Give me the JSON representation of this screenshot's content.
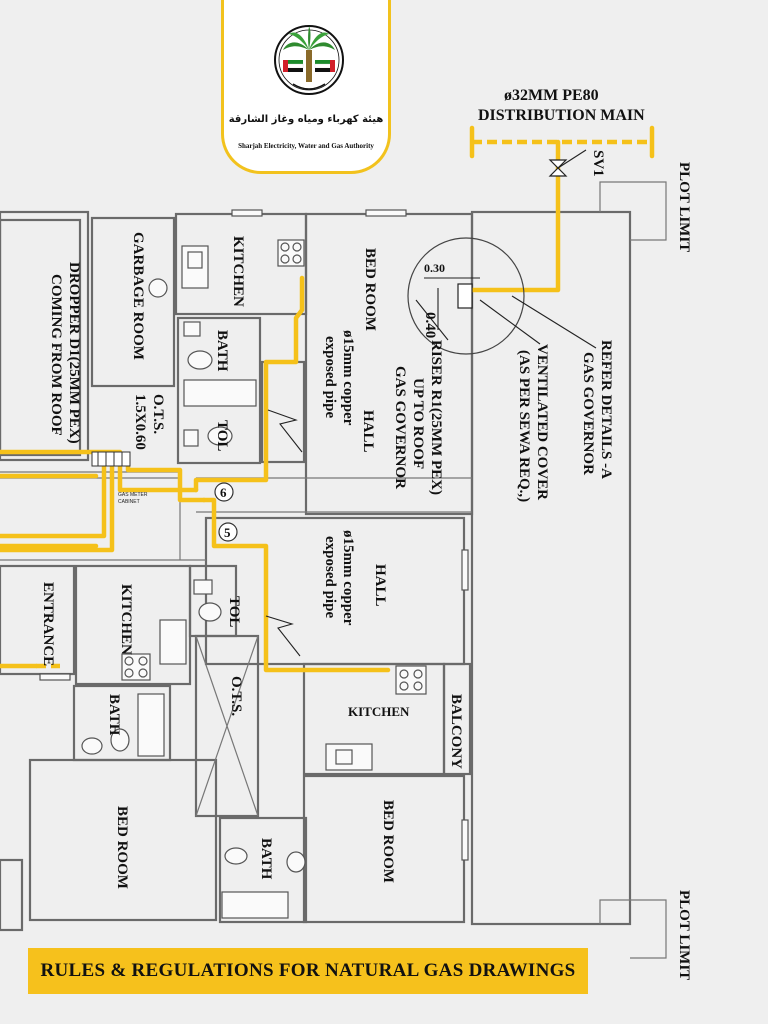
{
  "branding": {
    "arabic_name": "هيئة كهرباء ومياه وغاز الشارقة",
    "english_name": "Sharjah Electricity, Water and Gas Authority",
    "brand_color": "#f5c11a",
    "emblem_icon": "palm-tree-flags-emblem-icon"
  },
  "banner": {
    "title": "RULES & REGULATIONS FOR NATURAL GAS DRAWINGS"
  },
  "drawing": {
    "main": {
      "line1": "ø32MM PE80",
      "line2": "DISTRIBUTION MAIN"
    },
    "valve": "SV1",
    "plot_limit_top": "PLOT LIMIT",
    "plot_limit_bottom": "PLOT LIMIT",
    "dim_horizontal": "0.30",
    "dim_vertical": "0.40",
    "refer": {
      "line1": "REFER DETAILS -A",
      "line2": "GAS GOVERNOR"
    },
    "ventilated": {
      "line1": "VENTILATED COVER",
      "line2": "(AS PER SEWA REQ.,)"
    },
    "riser": {
      "line1": "RISER R1(25MM PEX)",
      "line2": "UP TO ROOF",
      "line3": "GAS GOVERNOR"
    },
    "copper_upper": {
      "line1": "ø15mm copper",
      "line2": "exposed pipe"
    },
    "copper_lower": {
      "line1": "ø15mm copper",
      "line2": "exposed pipe"
    },
    "dropper": {
      "line1": "DROPPER D1(25MM PEX)",
      "line2": "COMING FROM ROOF"
    },
    "ots_upper": {
      "line1": "O.T.S.",
      "line2": "1.5X0.60"
    },
    "ots_lower": "O.T.S.",
    "meter_cabinet": {
      "line1": "GAS METER",
      "line2": "CABINET"
    },
    "markers": {
      "upper": "6",
      "lower": "5"
    },
    "rooms": {
      "garbage": "GARBAGE ROOM",
      "kitchen_a": "KITCHEN",
      "bath_a": "BATH",
      "toilet_a": "TOL",
      "bedroom_a": "BED ROOM",
      "hall_a": "HALL",
      "hall_b": "HALL",
      "toilet_b": "TOL",
      "kitchen_b": "KITCHEN",
      "entrance": "ENTRANCE",
      "bath_b": "BATH",
      "kitchen_c": "KITCHEN",
      "balcony": "BALCONY",
      "bedroom_b": "BED ROOM",
      "bedroom_c": "BED ROOM",
      "bath_c": "BATH"
    }
  }
}
